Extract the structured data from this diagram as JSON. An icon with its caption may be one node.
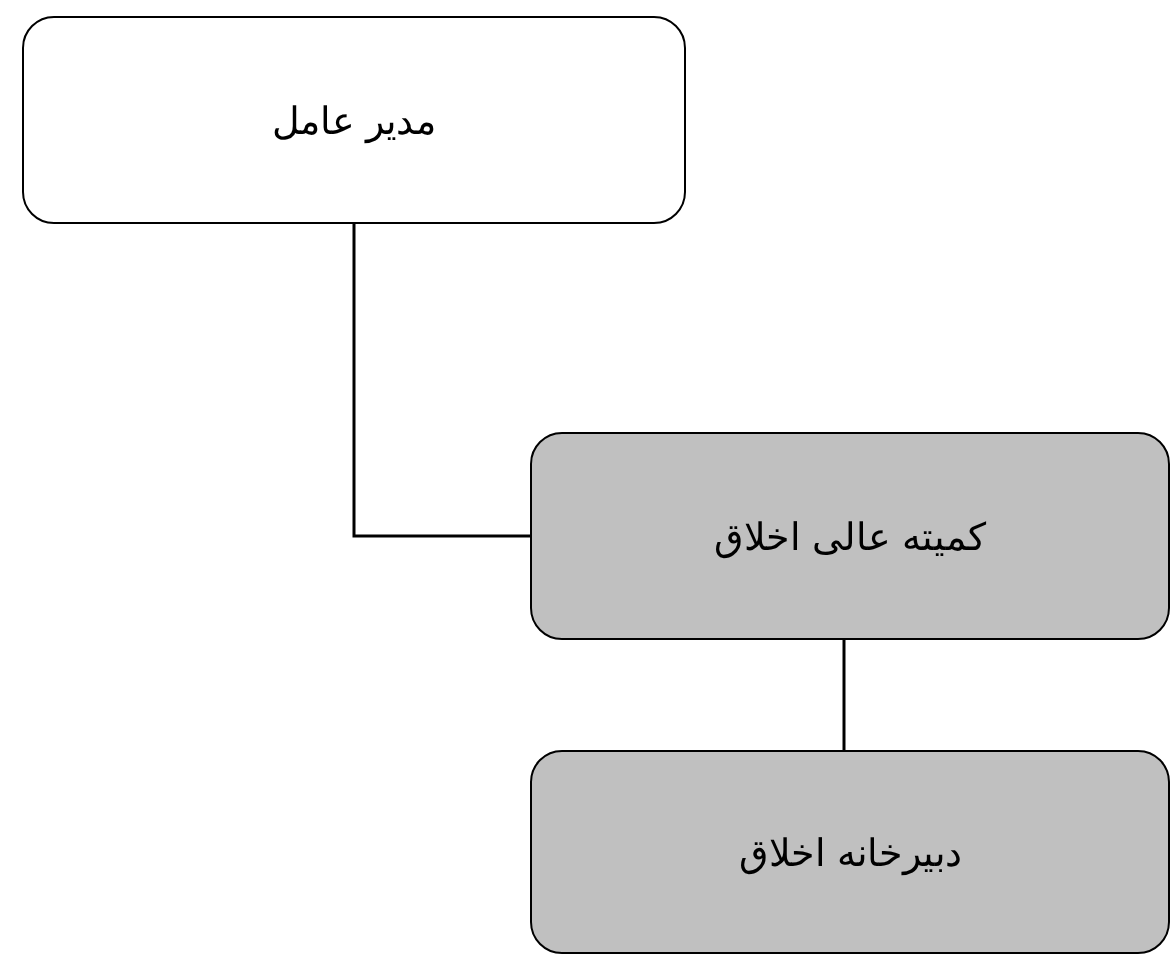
{
  "diagram": {
    "nodes": [
      {
        "text": [
          "مدیر عامل"
        ]
      },
      {
        "text": [
          "کمیته عالی اخلاق"
        ]
      },
      {
        "text": [
          "دبیرخانه اخلاق"
        ]
      }
    ],
    "edges": [
      {
        "from": 0,
        "to": 1,
        "arrow": "none"
      },
      {
        "from": 1,
        "to": 2,
        "arrow": "none"
      }
    ]
  }
}
